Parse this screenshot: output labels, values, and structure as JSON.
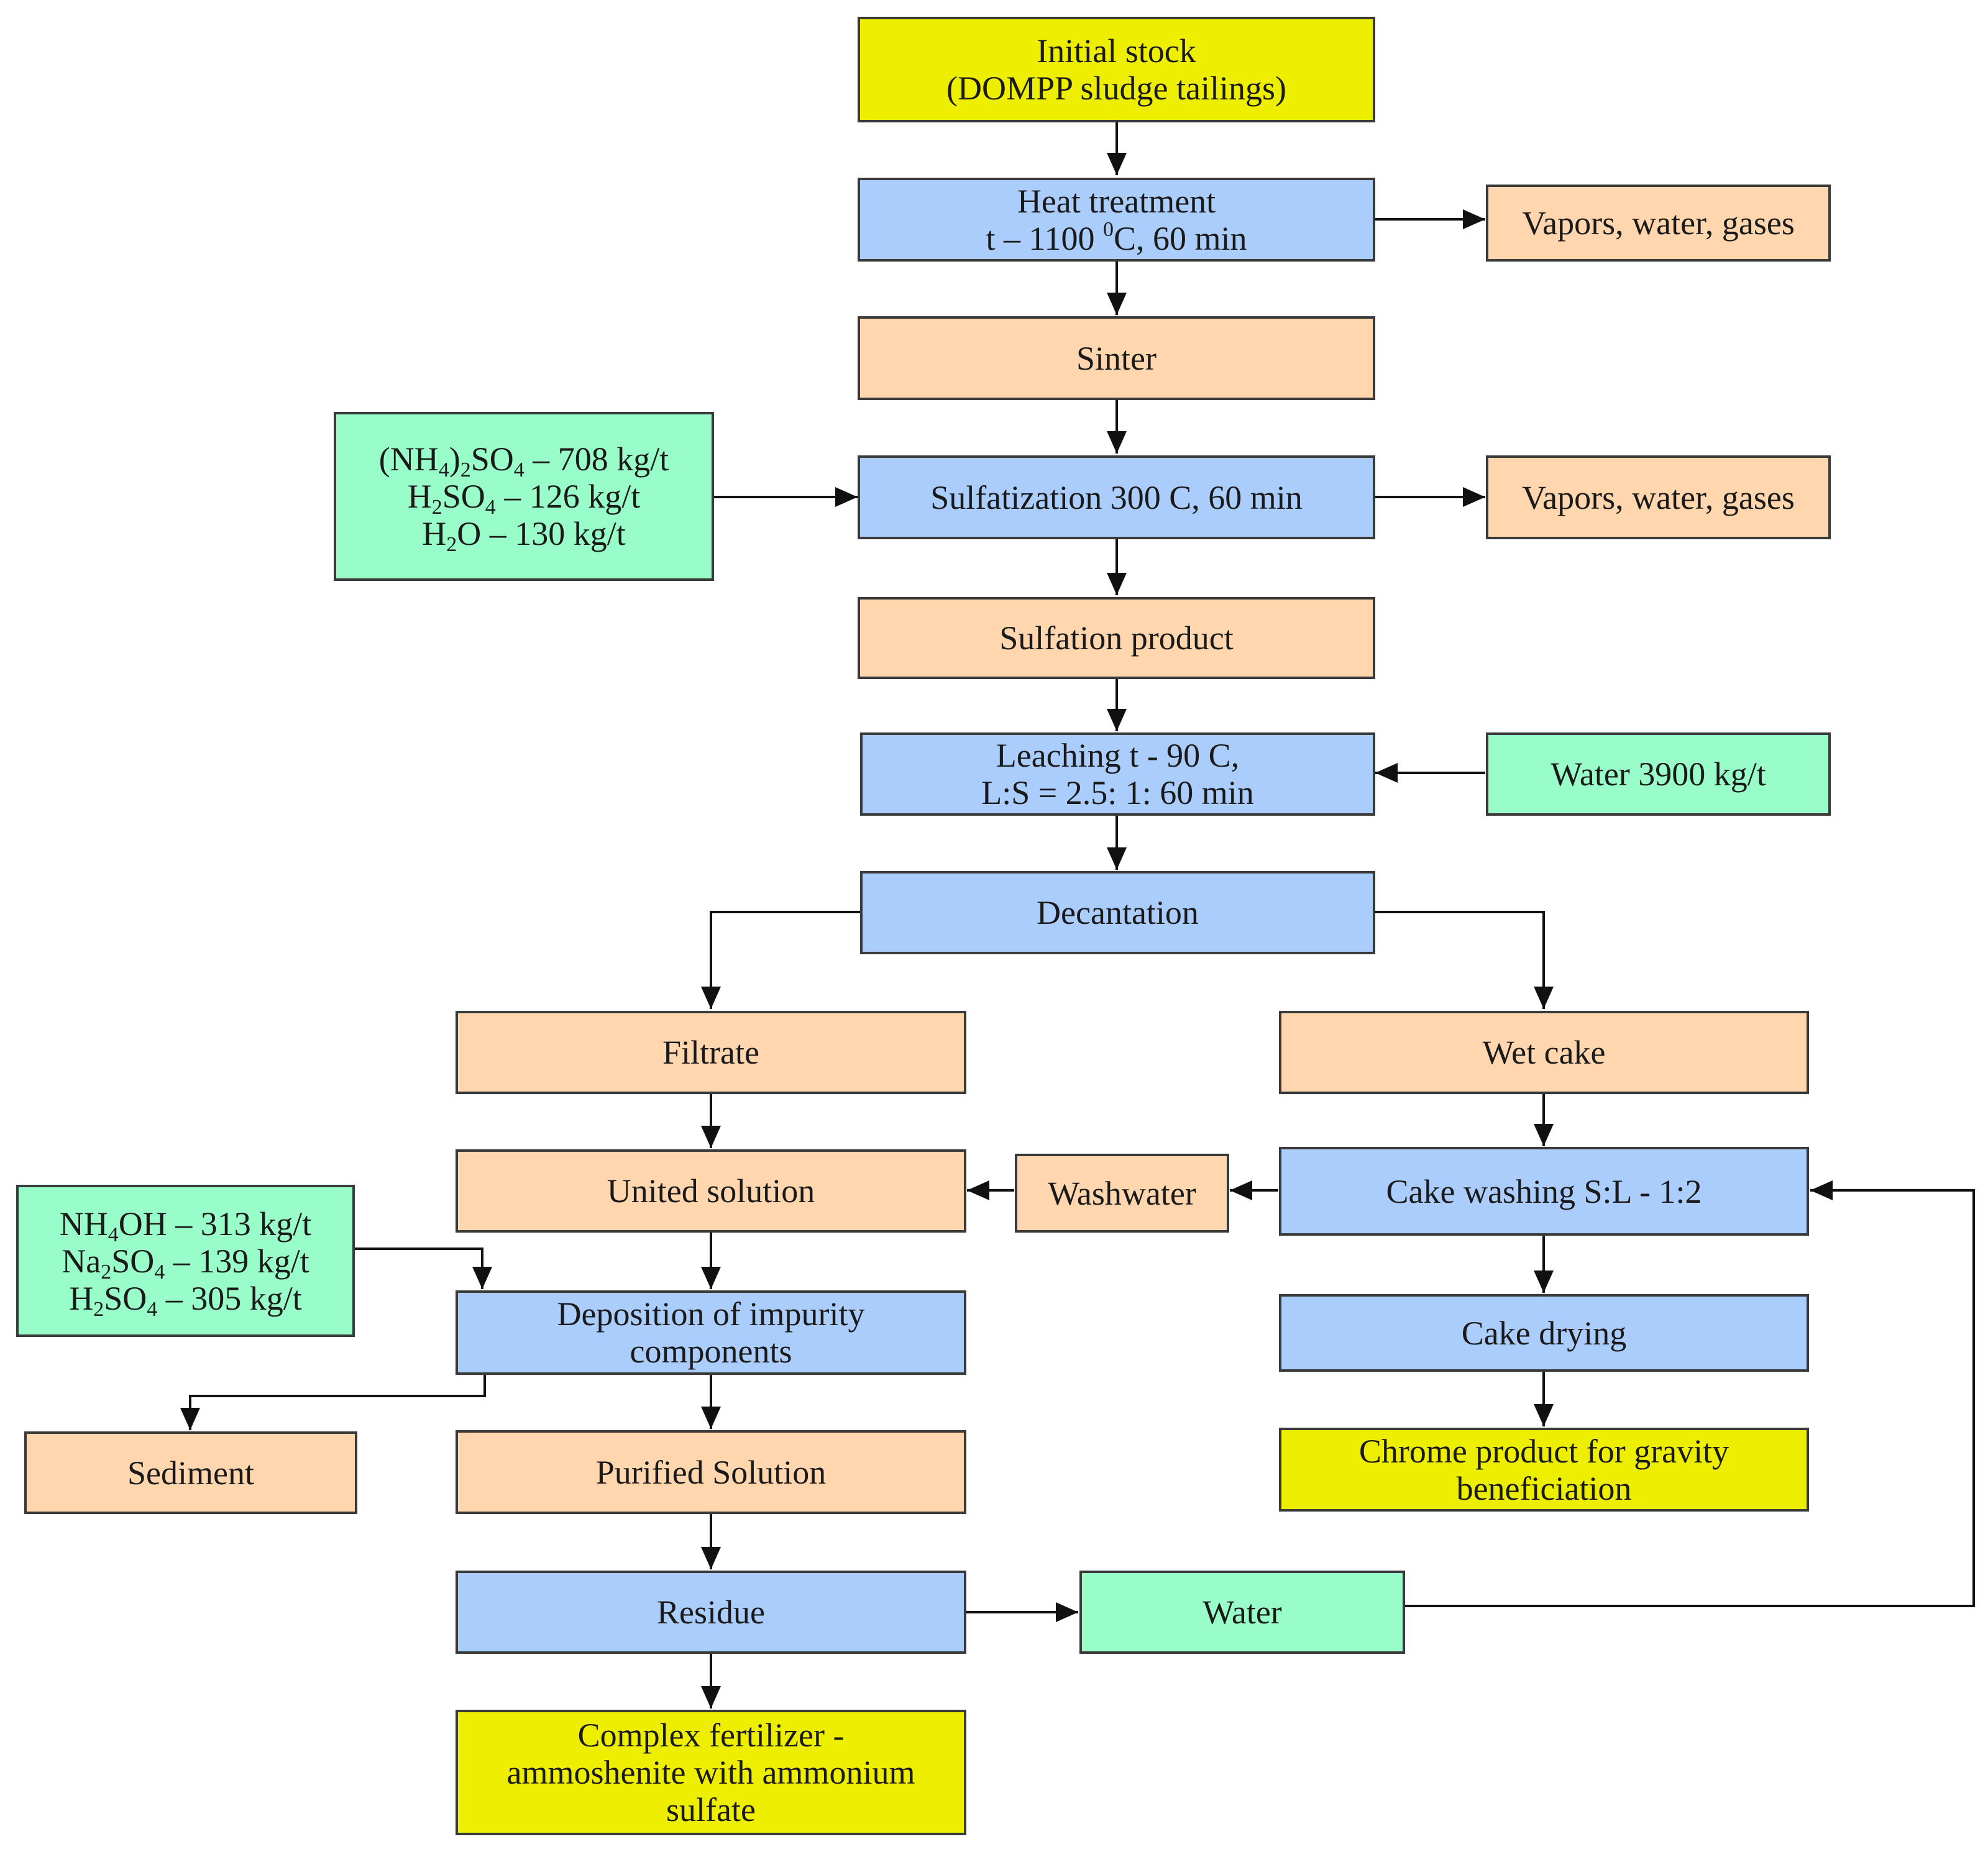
{
  "nodes": {
    "initial_stock": [
      "Initial stock",
      "(DOMPP sludge tailings)"
    ],
    "heat_treatment": {
      "line1": "Heat treatment",
      "line2_a": "t – 1100 ",
      "line2_sup": "0",
      "line2_b": "C, 60 min"
    },
    "vapors_1": "Vapors, water, gases",
    "sinter": "Sinter",
    "reagents_1": [
      {
        "a": "(NH",
        "s1": "4",
        "b": ")",
        "s2": "2",
        "c": "SO",
        "s3": "4",
        "d": " – 708 kg/t"
      },
      {
        "a": "H",
        "s1": "2",
        "b": "SO",
        "s2": "4",
        "c": " – 126 kg/t"
      },
      {
        "a": "H",
        "s1": "2",
        "b": "O – 130 kg/t"
      }
    ],
    "sulfatization": "Sulfatization 300 C, 60 min",
    "vapors_2": "Vapors, water, gases",
    "sulfation_product": "Sulfation product",
    "leaching": [
      "Leaching t - 90 C,",
      "L:S = 2.5: 1: 60 min"
    ],
    "water_3900": "Water 3900 kg/t",
    "decantation": "Decantation",
    "filtrate": "Filtrate",
    "wet_cake": "Wet cake",
    "united_solution": "United solution",
    "washwater": "Washwater",
    "cake_washing": "Cake washing S:L - 1:2",
    "reagents_2": [
      {
        "a": "NH",
        "s1": "4",
        "b": "OH – 313 kg/t"
      },
      {
        "a": "Na",
        "s1": "2",
        "b": "SO",
        "s2": "4",
        "c": " – 139 kg/t"
      },
      {
        "a": "H",
        "s1": "2",
        "b": "SO",
        "s2": "4",
        "c": " – 305 kg/t"
      }
    ],
    "deposition": [
      "Deposition of impurity",
      "components"
    ],
    "cake_drying": "Cake drying",
    "sediment": "Sediment",
    "purified_solution": "Purified Solution",
    "chrome_product": [
      "Chrome product for gravity",
      "beneficiation"
    ],
    "residue": "Residue",
    "water": "Water",
    "complex_fertilizer": [
      "Complex fertilizer -",
      "ammoshenite with ammonium",
      "sulfate"
    ]
  }
}
